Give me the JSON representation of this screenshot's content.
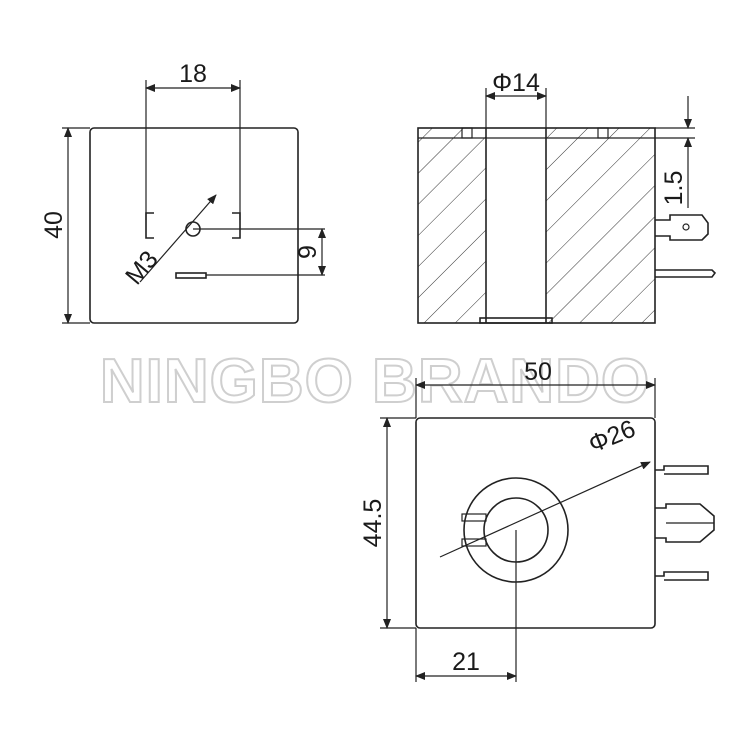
{
  "watermark": "NINGBO BRANDO",
  "front_view": {
    "width_dim": "18",
    "height_dim": "40",
    "thread_dim": "M3",
    "offset_dim": "9"
  },
  "section_view": {
    "bore_dim": "Φ14",
    "step_dim": "1.5"
  },
  "top_view": {
    "width_dim": "50",
    "height_dim": "44.5",
    "outer_dia_dim": "Φ26",
    "center_offset_dim": "21"
  },
  "colors": {
    "line": "#222222",
    "watermark_outline": "#cfcfcf",
    "background": "#ffffff"
  }
}
